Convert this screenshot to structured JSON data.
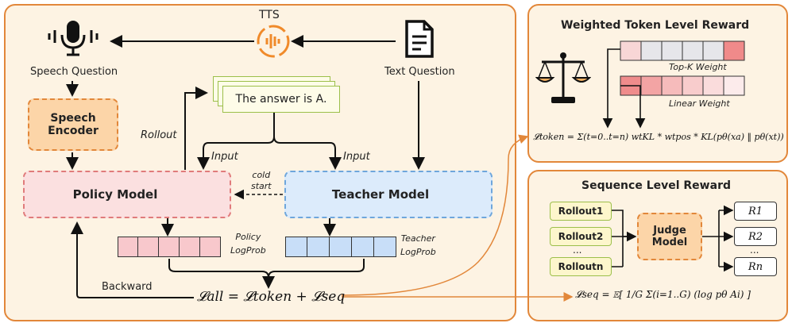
{
  "main": {
    "tts_label": "TTS",
    "speech_question": "Speech Question",
    "text_question": "Text Question",
    "answer_text": "The answer is A.",
    "speech_encoder": [
      "Speech",
      "Encoder"
    ],
    "rollout_label": "Rollout",
    "input_left": "Input",
    "input_right": "Input",
    "cold_start": [
      "cold",
      "start"
    ],
    "policy_model": "Policy Model",
    "teacher_model": "Teacher Model",
    "policy_logprob": [
      "Policy",
      "LogProb"
    ],
    "teacher_logprob": [
      "Teacher",
      "LogProb"
    ],
    "backward_label": "Backward",
    "loss_all": "𝓛all = 𝓛token + 𝓛seq"
  },
  "token_reward": {
    "title": "Weighted Token Level Reward",
    "topk_label": "Top-K Weight",
    "linear_label": "Linear Weight",
    "formula": "𝓛token = Σ(t=0..t=n) wtKL * wtpos * KL(pθ(xa) ‖ pθ(xt))"
  },
  "seq_reward": {
    "title": "Sequence Level Reward",
    "rollouts": [
      "Rollout1",
      "Rollout2",
      "...",
      "Rolloutn"
    ],
    "judge": [
      "Judge",
      "Model"
    ],
    "rewards": [
      "R1",
      "R2",
      "...",
      "Rn"
    ],
    "formula": "𝓛seq = 𝔼[ 1/G Σ(i=1..G) (log pθ Ai) ]"
  },
  "colors": {
    "panel_border": "#e2873a",
    "panel_fill": "#fdf3e3",
    "policy_fill": "#fbe0e0",
    "policy_border": "#e07b7b",
    "teacher_fill": "#dcebfb",
    "teacher_border": "#6ea6dc",
    "encoder_fill": "#fcd5a8",
    "rollout_fill": "#fdf6cc",
    "rollout_border": "#9cbf4a",
    "judge_fill": "#fcd5a8"
  }
}
